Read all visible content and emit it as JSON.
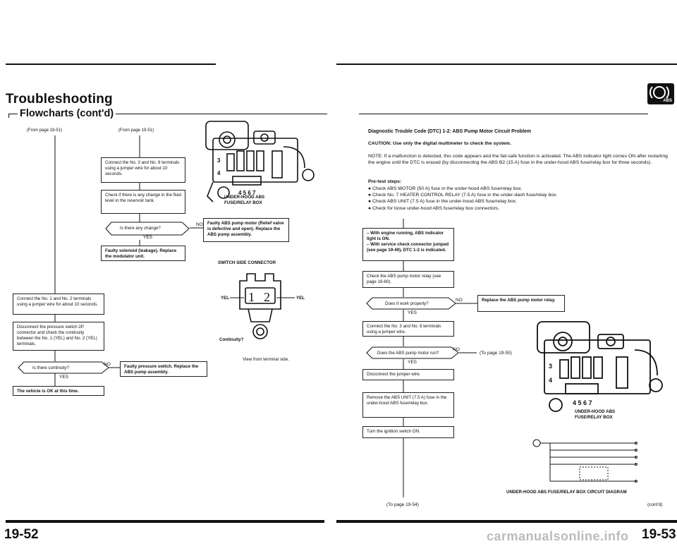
{
  "left": {
    "title": "Troubleshooting",
    "subtitle": "Flowcharts (cont'd)",
    "from1": "(From page 19-51)",
    "from2": "(From page 19-51)",
    "step_connect_3_8": "Connect the No. 3 and No. 8 terminals using a jumper wire for about 10 seconds.",
    "step_check_fluid": "Check if there is any change in the fluid level in the reservoir tank.",
    "q_change": "Is there any change?",
    "no_label": "NO",
    "yes_label": "YES",
    "faulty_pump": "Faulty ABS pump motor (Relief valve is defective and open). Replace the ABS pump assembly.",
    "faulty_solenoid": "Faulty solenoid (leakage). Replace the modulator unit.",
    "fuse_box_label": "UNDER-HOOD ABS FUSE/RELAY BOX",
    "switch_side_connector": "SWITCH SIDE CONNECTOR",
    "yel_left": "YEL",
    "yel_right": "YEL",
    "continuity": "Continuity?",
    "view_from_terminal": "View from terminal side.",
    "step_connect_1_2": "Connect the No. 1 and No. 2 terminals using a jumper wire for about 10 seconds.",
    "step_disconnect_switch": "Disconnect the pressure switch 2P connector and check the continuity between the No. 1 (YEL) and No. 2 (YEL) terminals.",
    "q_continuity": "Is there continuity?",
    "faulty_pressure_switch": "Faulty pressure switch. Replace the ABS pump assembly.",
    "vehicle_ok": "The vehicle is OK at this time.",
    "page_number": "19-52"
  },
  "right": {
    "abs_icon_label": "ABS",
    "dtc_title": "Diagnostic Trouble Code (DTC) 1-2: ABS Pump Motor Circuit Problem",
    "caution": "CAUTION:  Use only the digital multimeter to check the system.",
    "note": "NOTE:  If a malfunction is detected, this code appears and the fail-safe function is activated. The ABS indicator light comes ON after restarting the engine until the DTC is erased (by disconnecting the ABS B2 (15 A) fuse in the under-hood ABS fuse/relay box for three seconds).",
    "pretest_title": "Pre-test steps:",
    "pretest_items": [
      "Check ABS MOTOR (50 A) fuse in the under-hood ABS fuse/relay box.",
      "Check No. 7 HEATER CONTROL RELAY (7.5 A) fuse in the under-dash fuse/relay box.",
      "Check ABS UNIT (7.5 A) fuse in the under-hood ABS fuse/relay box.",
      "Check for loose under-hood ABS fuse/relay box connectors."
    ],
    "start_box": "– With engine running, ABS indicator light is ON.\n– With service check connector jumped (see page 19-49), DTC 1-2 is indicated.",
    "step_check_relay": "Check the ABS pump motor relay (see page 19-80).",
    "q_work": "Does it work properly?",
    "no_label": "NO",
    "yes_label": "YES",
    "replace_relay": "Replace the ABS pump motor relay.",
    "step_connect_3_8": "Connect the No. 3 and No. 8 terminals using a jumper wire.",
    "q_pump_run": "Does the ABS pump motor run?",
    "to_page_55": "(To page 19-55)",
    "step_disconnect_jumper": "Disconnect the jumper wire.",
    "step_remove_fuse": "Remove the ABS UNIT (7.5 A) fuse in the under-hood ABS fuse/relay box.",
    "step_turn_ignition": "Turn the ignition switch ON.",
    "to_page_54": "(To page 19-54)",
    "fuse_box_label": "UNDER-HOOD ABS FUSE/RELAY BOX",
    "circuit_title": "UNDER-HOOD ABS FUSE/RELAY BOX CIRCUIT DIAGRAM",
    "contd": "(cont'd)",
    "page_number": "19-53",
    "watermark": "carmanualsonline.info"
  }
}
